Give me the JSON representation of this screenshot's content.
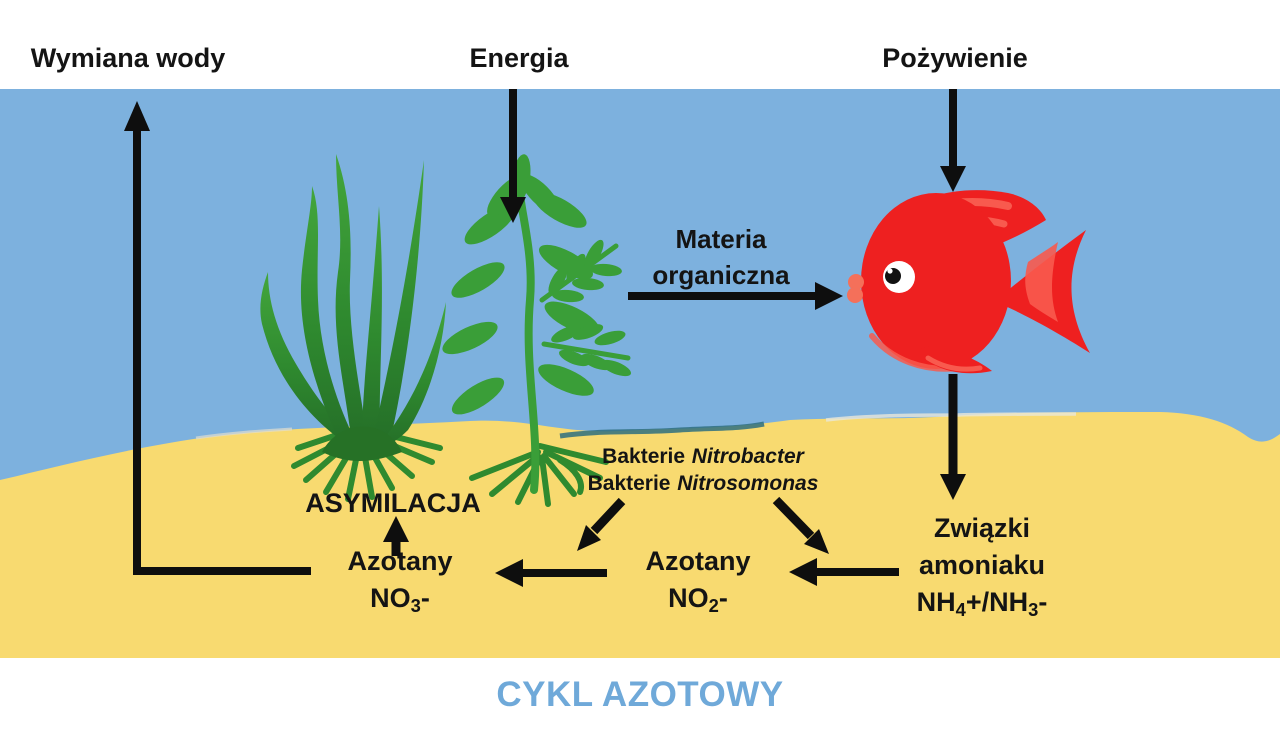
{
  "scene": {
    "type": "aquarium-nitrogen-cycle-diagram",
    "elements": [
      "water",
      "sand-bed",
      "seaweed-plant",
      "stem-plant",
      "red-fish"
    ]
  },
  "top_labels": {
    "water_exchange": "Wymiana wody",
    "energy": "Energia",
    "food": "Pożywienie"
  },
  "organic_matter": {
    "line1": "Materia",
    "line2": "organiczna"
  },
  "bacteria": {
    "line1": {
      "prefix": "Bakterie",
      "species": "Nitrobacter"
    },
    "line2": {
      "prefix": "Bakterie",
      "species": "Nitrosomonas"
    }
  },
  "process_labels": {
    "assimilation": "ASYMILACJA",
    "nitrate": {
      "name": "Azotany",
      "formula_base": "NO",
      "formula_sub": "3",
      "formula_suffix": "-"
    },
    "nitrite": {
      "name": "Azotany",
      "formula_base": "NO",
      "formula_sub": "2",
      "formula_suffix": "-"
    },
    "ammonia": {
      "line1": "Związki",
      "line2": "amoniaku",
      "f_base1": "NH",
      "f_sub1": "4",
      "f_mid": "+/NH",
      "f_sub2": "3",
      "f_suffix": "-"
    }
  },
  "title": "CYKL AZOTOWY",
  "colors": {
    "water": "#7db1de",
    "sand": "#f8da70",
    "plant-green": "#3a9e38",
    "plant-dark": "#27742a",
    "fish-red": "#ee2020",
    "fish-light": "#f85a4e",
    "arrow-black": "#0e0e0e",
    "text-black": "#141414",
    "title-blue": "#6fa9d9"
  }
}
